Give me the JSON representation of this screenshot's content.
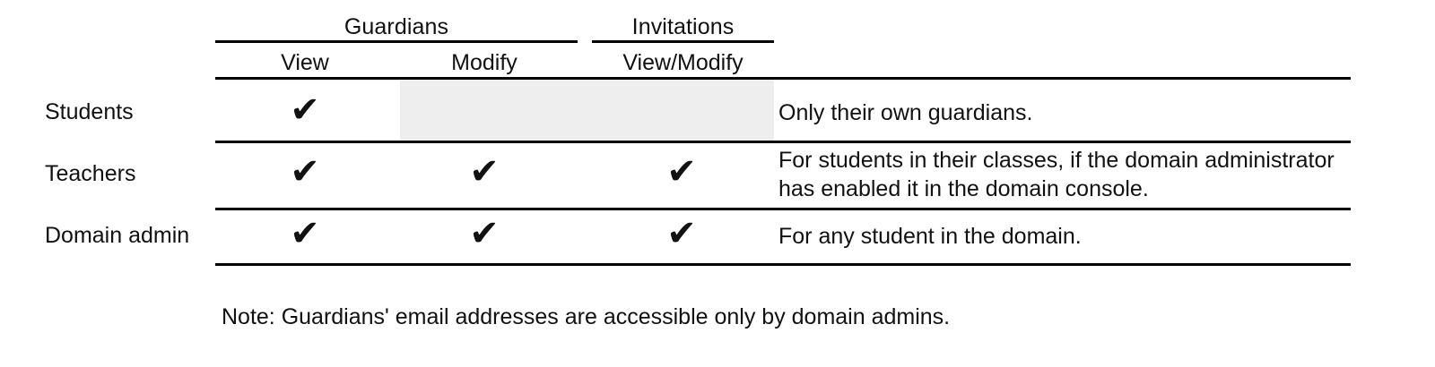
{
  "table": {
    "group_headers": [
      {
        "label": "Guardians",
        "spans": [
          "View",
          "Modify"
        ]
      },
      {
        "label": "Invitations",
        "spans": [
          "View/Modify"
        ]
      }
    ],
    "column_headers": {
      "guardians_view": "View",
      "guardians_modify": "Modify",
      "invitations_view_modify": "View/Modify"
    },
    "check_glyph": "✔",
    "rows": [
      {
        "label": "Students",
        "guardians_view": true,
        "guardians_modify": null,
        "invitations_view_modify": false,
        "description": "Only their own guardians."
      },
      {
        "label": "Teachers",
        "guardians_view": true,
        "guardians_modify": true,
        "invitations_view_modify": true,
        "description": "For students in their classes, if the domain administrator has enabled it in the domain console."
      },
      {
        "label": "Domain admin",
        "guardians_view": true,
        "guardians_modify": true,
        "invitations_view_modify": true,
        "description": "For any student in the domain."
      }
    ]
  },
  "note": "Note: Guardians' email addresses are accessible only by domain admins.",
  "colors": {
    "rule": "#000000",
    "shaded_cell": "#eeeeee",
    "text": "#111111",
    "page_background": "#ffffff"
  }
}
